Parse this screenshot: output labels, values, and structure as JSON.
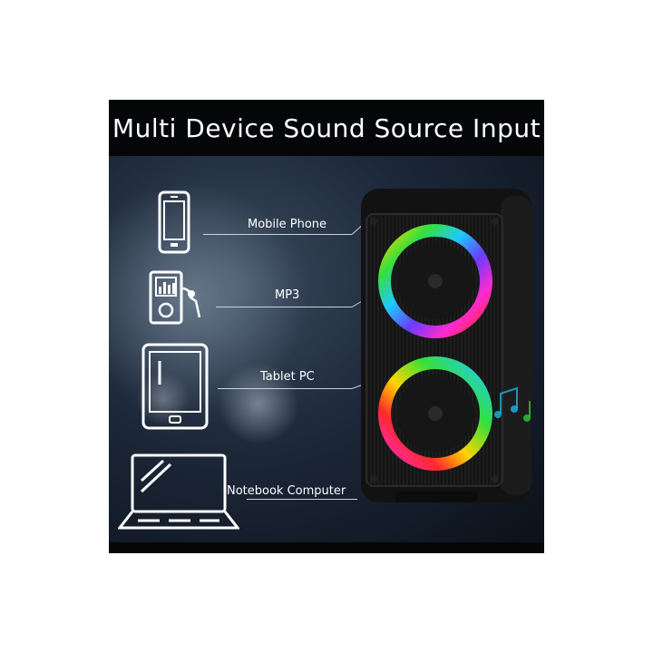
{
  "title": "Multi Device Sound Source Input",
  "devices": [
    {
      "label": "Mobile Phone",
      "icon": "mobile-phone-icon"
    },
    {
      "label": "MP3",
      "icon": "mp3-player-icon"
    },
    {
      "label": "Tablet PC",
      "icon": "tablet-icon"
    },
    {
      "label": "Notebook Computer",
      "icon": "laptop-icon"
    }
  ],
  "colors": {
    "background": "#1c2738",
    "bar": "#050608",
    "text": "#ffffff",
    "speaker_body": "#1a1a1a"
  },
  "product": {
    "name": "speaker",
    "ring_colors": [
      "#ff2a2a",
      "#ffd400",
      "#35e03a",
      "#1ec8ff",
      "#6a3cff",
      "#ff2ad0"
    ]
  }
}
